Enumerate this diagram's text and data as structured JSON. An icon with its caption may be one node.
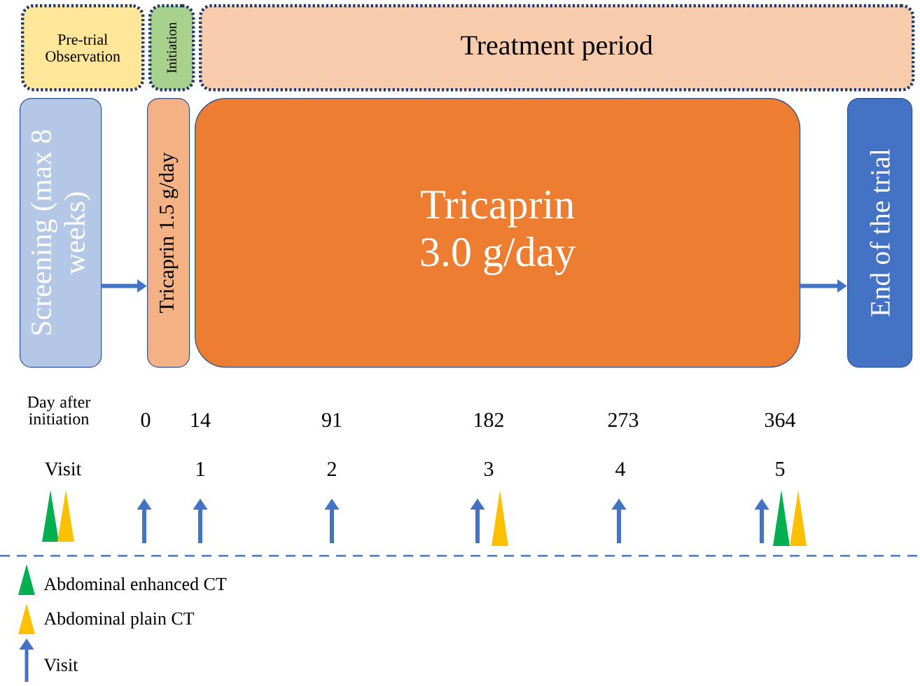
{
  "diagram": {
    "nodes": [
      {
        "text": [
          "Pre-trial Observation"
        ]
      },
      {
        "text": [
          "Initiation"
        ]
      },
      {
        "text": [
          "Treatment period"
        ]
      },
      {
        "text": [
          "Screening (max 8 weeks)"
        ]
      },
      {
        "text": [
          "Tricaprin 1.5 g/day"
        ]
      },
      {
        "text": [
          "Tricaprin 3.0 g/day"
        ]
      },
      {
        "text": [
          "End of the trial"
        ]
      }
    ],
    "edges": [
      {
        "from": 3,
        "to": 4,
        "arrow": "to"
      },
      {
        "from": 5,
        "to": 6,
        "arrow": "to"
      }
    ],
    "labels": [
      "Day after initiation",
      "0",
      "14",
      "91",
      "182",
      "273",
      "364",
      "Visit",
      "1",
      "2",
      "3",
      "4",
      "5"
    ],
    "legend": [
      {
        "text": "Abdominal enhanced CT",
        "color": "#00b050"
      },
      {
        "text": "Abdominal plain CT",
        "color": "#ffc000"
      },
      {
        "text": "Visit"
      }
    ]
  }
}
